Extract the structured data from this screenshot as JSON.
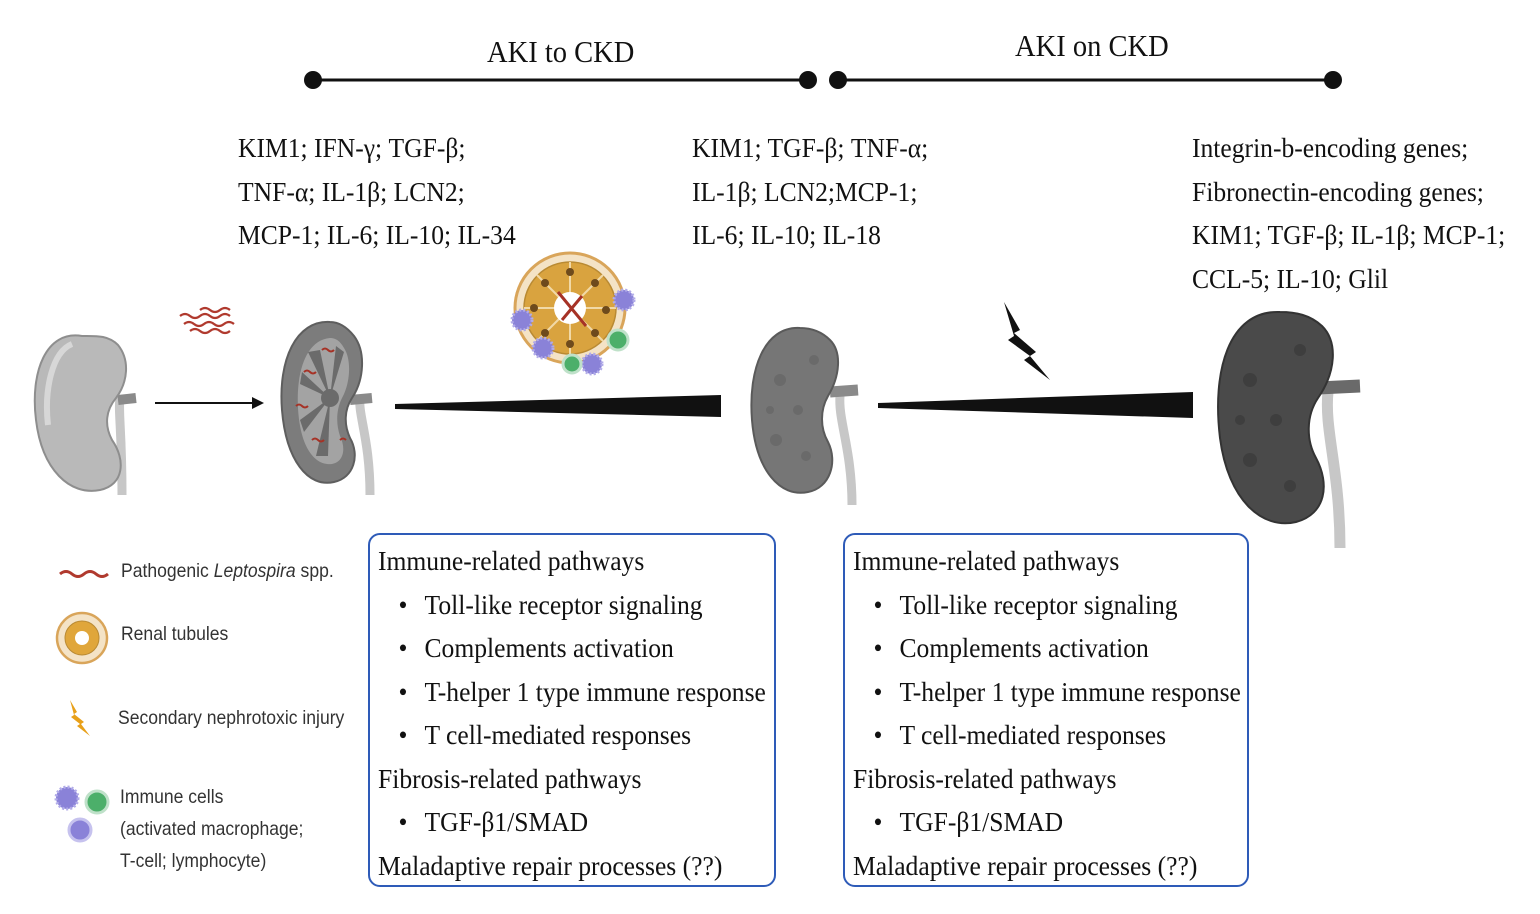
{
  "phases": {
    "aki_to_ckd": "AKI to CKD",
    "aki_on_ckd": "AKI on CKD"
  },
  "marker_groups": [
    {
      "lines": [
        "KIM1; IFN-γ; TGF-β;",
        "TNF-α; IL-1β; LCN2;",
        "MCP-1; IL-6; IL-10; IL-34"
      ]
    },
    {
      "lines": [
        "KIM1; TGF-β; TNF-α;",
        "IL-1β; LCN2;MCP-1;",
        "IL-6; IL-10; IL-18"
      ]
    },
    {
      "lines": [
        "Integrin-b-encoding genes;",
        "Fibronectin-encoding genes;",
        "KIM1; TGF-β; IL-1β; MCP-1;",
        "CCL-5; IL-10; Glil"
      ]
    }
  ],
  "pathway_boxes": [
    {
      "immune_heading": "Immune-related pathways",
      "immune_items": [
        "Toll-like receptor signaling",
        "Complements activation",
        "T-helper 1 type immune response",
        "T cell-mediated responses"
      ],
      "fibrosis_heading": "Fibrosis-related pathways",
      "fibrosis_items": [
        "TGF-β1/SMAD"
      ],
      "maladaptive": "Maladaptive repair processes (??)"
    },
    {
      "immune_heading": "Immune-related pathways",
      "immune_items": [
        "Toll-like receptor signaling",
        "Complements activation",
        "T-helper 1 type immune response",
        "T cell-mediated responses"
      ],
      "fibrosis_heading": "Fibrosis-related pathways",
      "fibrosis_items": [
        "TGF-β1/SMAD"
      ],
      "maladaptive": "Maladaptive repair processes (??)"
    }
  ],
  "legend": {
    "leptospira_prefix": "Pathogenic ",
    "leptospira_italic": "Leptospira",
    "leptospira_suffix": " spp.",
    "renal_tubules": "Renal tubules",
    "nephrotoxic": "Secondary nephrotoxic injury",
    "immune_line1": "Immune cells",
    "immune_line2": "(activated macrophage;",
    "immune_line3": "T-cell; lymphocyte)"
  },
  "icons": [
    "kidney-healthy-icon",
    "kidney-infected-icon",
    "kidney-injured-icon",
    "kidney-fibrotic-icon",
    "leptospira-icon",
    "renal-tubule-icon",
    "lightning-icon",
    "immune-cell-icon"
  ],
  "colors": {
    "box_border": "#2e5bb8",
    "leptospira": "#b03a2e",
    "tubule": "#e0a63a",
    "lightning_legend": "#e8a019",
    "immune_purple": "#8a82d8",
    "immune_green": "#4caf6a"
  }
}
